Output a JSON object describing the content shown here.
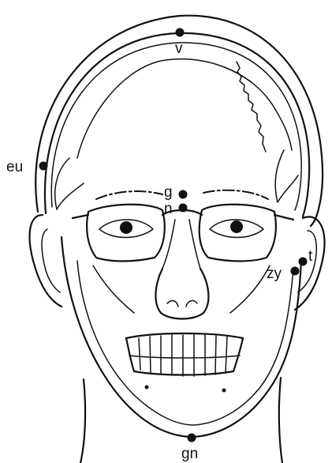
{
  "diagram": {
    "ink_color": "#111111",
    "background": "#ffffff",
    "landmarks": [
      {
        "id": "v",
        "label": "v"
      },
      {
        "id": "eu",
        "label": "eu"
      },
      {
        "id": "g",
        "label": "g"
      },
      {
        "id": "n",
        "label": "n"
      },
      {
        "id": "zy",
        "label": "zy"
      },
      {
        "id": "t",
        "label": "t"
      },
      {
        "id": "gn",
        "label": "gn"
      }
    ]
  }
}
